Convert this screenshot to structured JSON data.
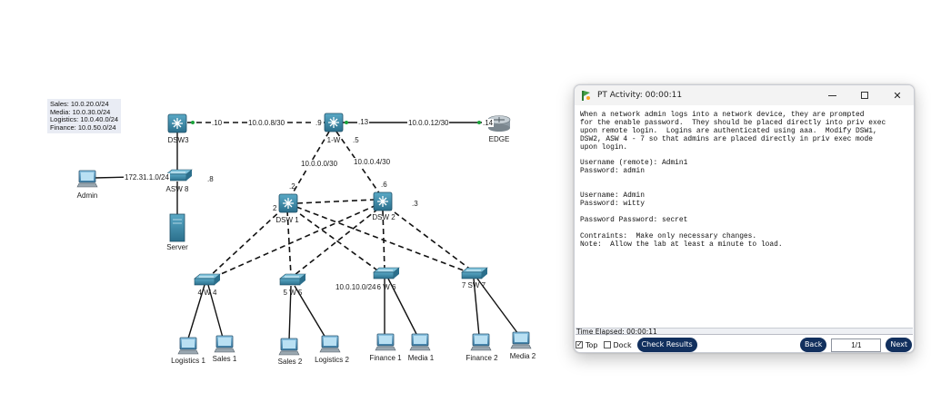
{
  "topology": {
    "subnet_note": [
      "Sales: 10.0.20.0/24",
      "Media: 10.0.30.0/24",
      "Logistics: 10.0.40.0/24",
      "Finance: 10.0.50.0/24"
    ],
    "devices": {
      "dsw3": "DSW3",
      "core": "1-W",
      "edge": "EDGE",
      "asw8": "ASW 8",
      "admin": "Admin",
      "server": "Server",
      "dsw1": "DSW 1",
      "dsw2": "DSW 2",
      "asw4": "4 W 4",
      "asw5": "5 W 5",
      "asw6": "6 W 6",
      "asw7": "7 SW 7",
      "logistics1": "Logistics 1",
      "sales1": "Sales 1",
      "sales2": "Sales 2",
      "logistics2": "Logistics 2",
      "finance1": "Finance 1",
      "media1": "Media 1",
      "finance2": "Finance 2",
      "media2": "Media 2"
    },
    "link_labels": {
      "dsw3_core_net": "10.0.0.8/30",
      "dsw3_core_a": ".10",
      "dsw3_core_b": ".9",
      "core_edge_net": "10.0.0.12/30",
      "core_edge_a": ".13",
      "core_edge_b": ".14",
      "core_dsw1_net": "10.0.0.0/30",
      "core_dsw2_net": "10.0.0.4/30",
      "core_dsw2_a": ".5",
      "dsw1_ip": ".2",
      "dsw1_port": "2",
      "dsw2_ip": ".6",
      "dsw2_vlan": ".3",
      "admin_net": "172.31.1.0/24",
      "asw8_ip": ".8",
      "asw6_net": "10.0.10.0/24"
    }
  },
  "pt_window": {
    "title": "PT Activity: 00:00:11",
    "instructions": "When a network admin logs into a network device, they are prompted\nfor the enable password.  They should be placed directly into priv exec\nupon remote login.  Logins are authenticated using aaa.  Modify DSW1,\nDSW2, ASW 4 - 7 so that admins are placed directly in priv exec mode\nupon login.\n\nUsername (remote): Admin1\nPassword: admin\n\n\nUsername: Admin\nPassword: witty\n\nPassword Password: secret\n\nContraints:  Make only necessary changes.\nNote:  Allow the lab at least a minute to load.",
    "time_elapsed": "Time Elapsed: 00:00:11",
    "top_label": "Top",
    "top_checked": true,
    "dock_label": "Dock",
    "dock_checked": false,
    "check_results_label": "Check Results",
    "back_label": "Back",
    "page_value": "1/1",
    "next_label": "Next",
    "close_glyph": "✕"
  }
}
